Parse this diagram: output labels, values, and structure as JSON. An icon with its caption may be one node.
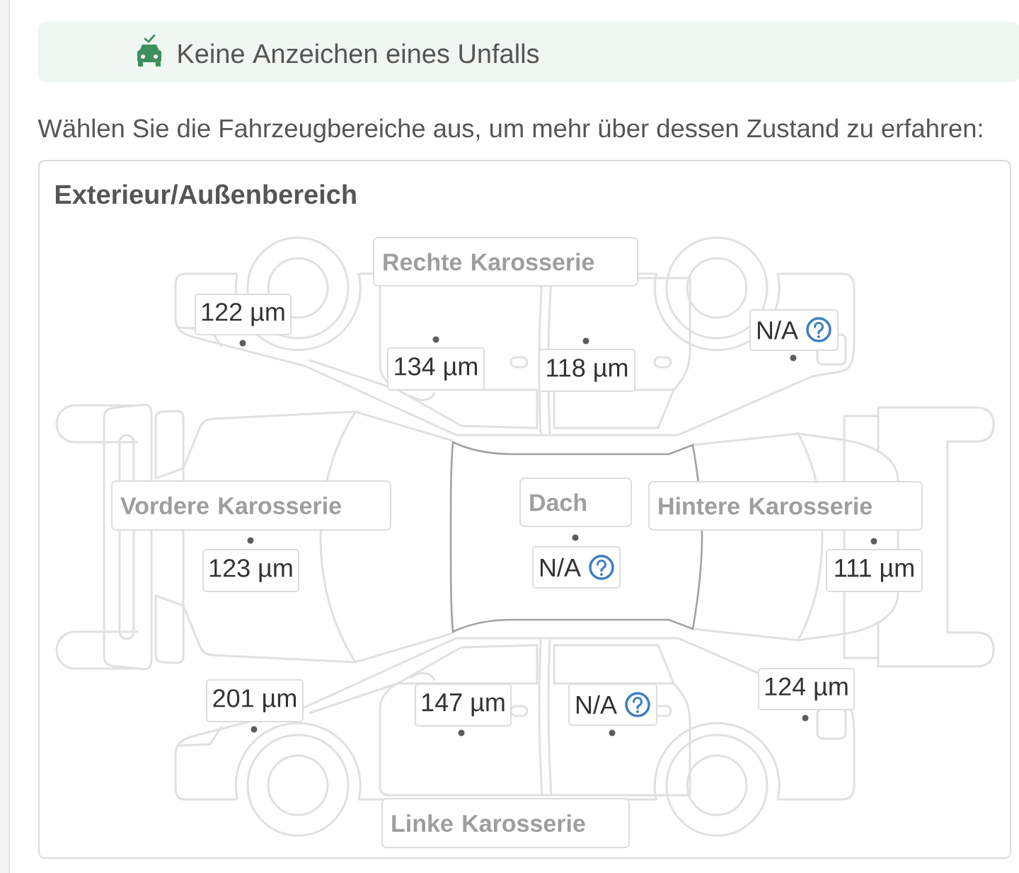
{
  "diagram": {
    "nodes": [
      {
        "text": [
          "Keine Anzeichen eines Unfalls"
        ]
      },
      {
        "text": [
          "Exterieur/Außenbereich"
        ]
      },
      {
        "text": [
          "Rechte Karosserie"
        ],
        "in": 1
      },
      {
        "text": [
          "122 µm"
        ],
        "in": 1
      },
      {
        "text": [
          "134 µm"
        ],
        "in": 1
      },
      {
        "text": [
          "118 µm"
        ],
        "in": 1
      },
      {
        "text": [
          "N/A"
        ],
        "in": 1
      },
      {
        "text": [
          "Vordere Karosserie"
        ],
        "in": 1
      },
      {
        "text": [
          "123 µm"
        ],
        "in": 1
      },
      {
        "text": [
          "Dach"
        ],
        "in": 1
      },
      {
        "text": [
          "N/A"
        ],
        "in": 1
      },
      {
        "text": [
          "Hintere Karosserie"
        ],
        "in": 1
      },
      {
        "text": [
          "111 µm"
        ],
        "in": 1
      },
      {
        "text": [
          "201 µm"
        ],
        "in": 1
      },
      {
        "text": [
          "147 µm"
        ],
        "in": 1
      },
      {
        "text": [
          "N/A"
        ],
        "in": 1
      },
      {
        "text": [
          "124 µm"
        ],
        "in": 1
      },
      {
        "text": [
          "Linke Karosserie"
        ],
        "in": 1
      }
    ],
    "labels": [
      "Wählen Sie die Fahrzeugbereiche aus, um mehr über dessen Zustand zu erfahren:"
    ]
  }
}
